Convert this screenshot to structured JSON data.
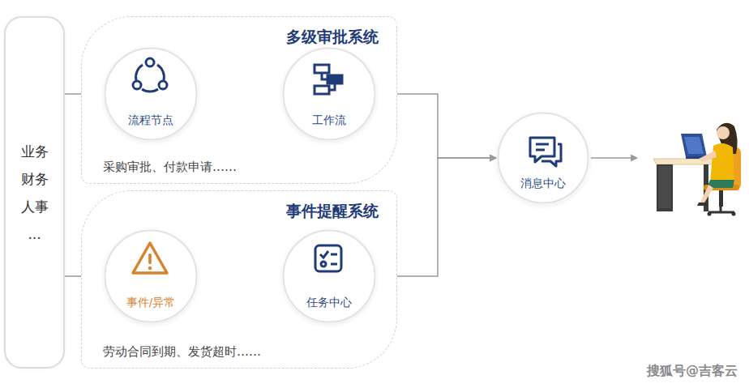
{
  "diagram": {
    "nodes": [
      {
        "text": [
          "业务 财务 人事 ..."
        ]
      },
      {
        "text": [
          "多级审批系统",
          "采购审批、付款申请……"
        ]
      },
      {
        "text": [
          "流程节点"
        ],
        "in": 1
      },
      {
        "text": [
          "工作流"
        ],
        "in": 1
      },
      {
        "text": [
          "事件提醒系统",
          "劳动合同到期、发货超时……"
        ]
      },
      {
        "text": [
          "事件/异常"
        ],
        "in": 4
      },
      {
        "text": [
          "任务中心"
        ],
        "in": 4
      },
      {
        "text": [
          "消息中心"
        ]
      }
    ],
    "edges": [
      {
        "from": 0,
        "to": 2,
        "arrow": "to"
      },
      {
        "from": 2,
        "to": 3,
        "arrow": "to"
      },
      {
        "from": 3,
        "to": 7,
        "arrow": "to"
      },
      {
        "from": 0,
        "to": 5,
        "arrow": "to"
      },
      {
        "from": 5,
        "to": 6,
        "arrow": "to"
      },
      {
        "from": 6,
        "to": 7,
        "arrow": "to"
      }
    ],
    "labels": [
      "搜狐号@吉客云"
    ]
  }
}
